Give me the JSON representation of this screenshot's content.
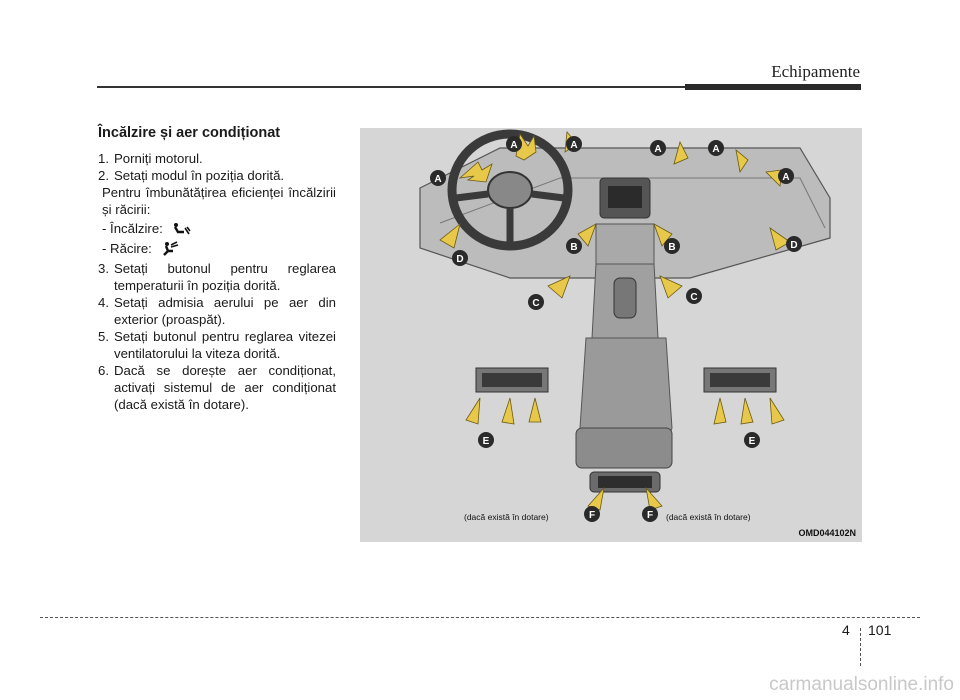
{
  "header": {
    "title": "Echipamente"
  },
  "section": {
    "title": "Încălzire și aer condiționat",
    "steps": [
      {
        "num": "1.",
        "text": "Porniți motorul."
      },
      {
        "num": "2.",
        "text": "Setați modul în poziția dorită."
      },
      {
        "num": "3.",
        "text": "Setați butonul pentru reglarea temperaturii în poziția dorită."
      },
      {
        "num": "4.",
        "text": "Setați admisia aerului pe aer din exterior (proaspăt)."
      },
      {
        "num": "5.",
        "text": "Setați butonul pentru reglarea vitezei ventilatorului la viteza dorită."
      },
      {
        "num": "6.",
        "text": "Dacă se dorește aer condiționat, activați sistemul de aer condiționat (dacă există în dotare)."
      }
    ],
    "note": "Pentru îmbunătățirea eficienței încălzirii și răcirii:",
    "heating_label": "- Încălzire:",
    "cooling_label": "- Răcire:"
  },
  "figure": {
    "code": "OMD044102N",
    "note_left": "(dacă există în dotare)",
    "note_right": "(dacă există în dotare)",
    "vent_labels": [
      "A",
      "A",
      "A",
      "A",
      "A",
      "A",
      "B",
      "B",
      "C",
      "C",
      "D",
      "D",
      "E",
      "E",
      "F",
      "F"
    ]
  },
  "footer": {
    "chapter": "4",
    "page": "101"
  },
  "watermark": "carmanualsonline.info"
}
